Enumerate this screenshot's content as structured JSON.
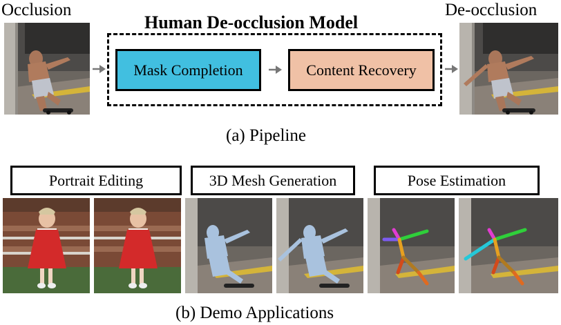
{
  "pipeline": {
    "input_label": "Occlusion",
    "output_label": "De-occlusion",
    "model_title": "Human De-occlusion Model",
    "stage1": "Mask Completion",
    "stage2": "Content Recovery",
    "caption": "(a) Pipeline",
    "stage1_color": "#41bfe0",
    "stage2_color": "#f0c1a6"
  },
  "demo": {
    "apps": [
      {
        "label": "Portrait Editing"
      },
      {
        "label": "3D Mesh Generation"
      },
      {
        "label": "Pose Estimation"
      }
    ],
    "caption": "(b) Demo Applications"
  },
  "images": {
    "occluded": "skateboarder-photo-occluded",
    "deoccluded": "skateboarder-photo-deoccluded",
    "portrait": "girl-red-dress-photo",
    "mesh": "mesh-overlay-photo",
    "pose": "pose-skeleton-photo"
  }
}
